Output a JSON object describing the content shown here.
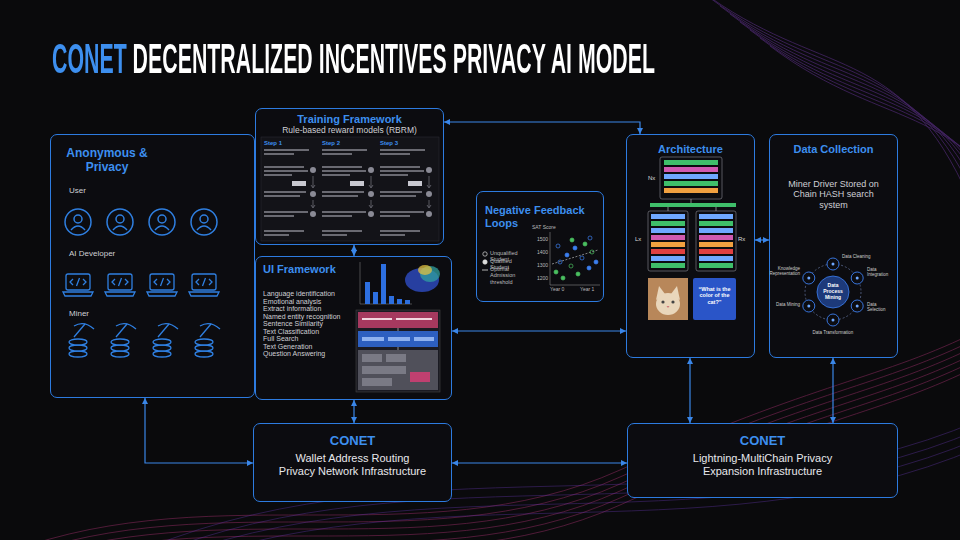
{
  "diagram": {
    "title": "CONET DECENTRALIZED INCENTIVES PRIVACY AI MODEL",
    "nodes": [
      {
        "text": [
          "Anonymous & Privacy",
          "User",
          "AI Developer",
          "Miner"
        ]
      },
      {
        "text": [
          "Training Framework",
          "Rule-based reward models (RBRM)"
        ]
      },
      {
        "text": [
          "UI Framework",
          "Language identification",
          "Emotional analysis",
          "Extract information",
          "Named entity recognition",
          "Sentence Similarity",
          "Text Classification",
          "Full Search",
          "Text Generation",
          "Question Answering"
        ]
      },
      {
        "text": [
          "Negative Feedback Loops"
        ]
      },
      {
        "text": [
          "Architecture"
        ]
      },
      {
        "text": [
          "Data Collection",
          "Miner Driver Stored on Chain HASH search system"
        ]
      },
      {
        "text": [
          "CONET",
          "Wallet Address Routing Privacy Network Infrastructure"
        ]
      },
      {
        "text": [
          "CONET",
          "Lightning-MultiChain Privacy Expansion Infrastructure"
        ]
      }
    ],
    "edges": [
      {
        "from": 0,
        "to": 6,
        "arrow": "both"
      },
      {
        "from": 1,
        "to": 2,
        "arrow": "both"
      },
      {
        "from": 2,
        "to": 6,
        "arrow": "both"
      },
      {
        "from": 6,
        "to": 7,
        "arrow": "both"
      },
      {
        "from": 1,
        "to": 4,
        "arrow": "both"
      },
      {
        "from": 2,
        "to": 4,
        "arrow": "both"
      },
      {
        "from": 4,
        "to": 5,
        "arrow": "both"
      },
      {
        "from": 4,
        "to": 7,
        "arrow": "both"
      },
      {
        "from": 5,
        "to": 7,
        "arrow": "both"
      }
    ],
    "labels": [
      "Step 1",
      "Step 2",
      "Step 3",
      "SAT Score",
      "1500",
      "1400",
      "1300",
      "1200",
      "Year 0",
      "Year 1",
      "Nx",
      "Lx",
      "Rx",
      "“What is the color of the cat?”",
      "Data Cleaning",
      "Data Integration",
      "Data Selection",
      "Data Transformation",
      "Data Mining",
      "Knowledge Representation",
      "Data Process Mining"
    ],
    "legend": [
      {
        "text": "Unqualified Student"
      },
      {
        "text": "Qualified Student"
      },
      {
        "text": "Optimal Admission threshold"
      }
    ]
  }
}
